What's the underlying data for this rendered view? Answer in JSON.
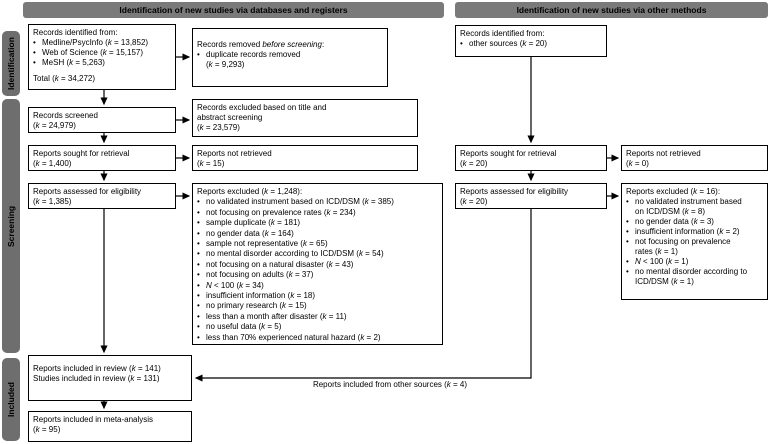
{
  "headers": {
    "databases": "Identification of new studies via databases and registers",
    "other": "Identification of new studies via other methods"
  },
  "stages": {
    "identification": "Identification",
    "screening": "Screening",
    "included": "Included"
  },
  "db": {
    "records_identified": {
      "title": "Records identified from:",
      "items": [
        "Medline/PsycInfo (k = 13,852)",
        "Web of Science (k = 15,157)",
        "MeSH (k = 5,263)"
      ],
      "total": "Total (k = 34,272)"
    },
    "records_removed": {
      "title_prefix": "Records removed ",
      "title_italic": "before screening",
      "title_suffix": ":",
      "items": [
        "duplicate records removed\n(k = 9,293)"
      ]
    },
    "records_screened": "Records screened\n(k = 24,979)",
    "records_excluded": "Records excluded based on title and\nabstract screening\n(k = 23,579)",
    "reports_sought": "Reports sought for retrieval\n(k = 1,400)",
    "reports_not_retrieved": "Reports not retrieved\n(k = 15)",
    "reports_assessed": "Reports assessed for eligibility\n(k = 1,385)",
    "reports_excluded": {
      "title": "Reports excluded (k = 1,248):",
      "items": [
        "no validated instrument based on ICD/DSM (k = 385)",
        "not focusing on prevalence rates (k = 234)",
        "sample duplicate (k = 181)",
        "no gender data (k = 164)",
        "sample not representative (k = 65)",
        "no mental disorder according to ICD/DSM (k = 54)",
        "not focusing on a natural disaster (k = 43)",
        "not focusing on adults (k = 37)",
        "N < 100 (k = 34)",
        "insufficient information (k = 18)",
        "no primary research (k = 15)",
        "less than a month after disaster (k = 11)",
        "no useful data (k = 5)",
        "less than 70% experienced natural hazard (k = 2)"
      ]
    }
  },
  "other": {
    "records_identified": {
      "title": "Records identified from:",
      "items": [
        "other sources (k = 20)"
      ]
    },
    "reports_sought": "Reports sought for retrieval\n(k = 20)",
    "reports_not_retrieved": "Reports not retrieved\n(k = 0)",
    "reports_assessed": "Reports assessed for eligibility\n(k = 20)",
    "reports_excluded": {
      "title": "Reports excluded (k = 16):",
      "items": [
        "no validated instrument based\non ICD/DSM (k = 8)",
        "no gender data (k = 3)",
        "insufficient information (k = 2)",
        "not focusing on prevalence\nrates (k = 1)",
        "N < 100 (k = 1)",
        "no mental disorder according to\nICD/DSM (k = 1)"
      ]
    }
  },
  "included": {
    "reports_included": "Reports included in review (k = 141)\nStudies included in review (k = 131)",
    "meta_analysis": "Reports included in meta-analysis\n(k = 95)",
    "from_other_sources": "Reports included from other sources (k = 4)"
  }
}
